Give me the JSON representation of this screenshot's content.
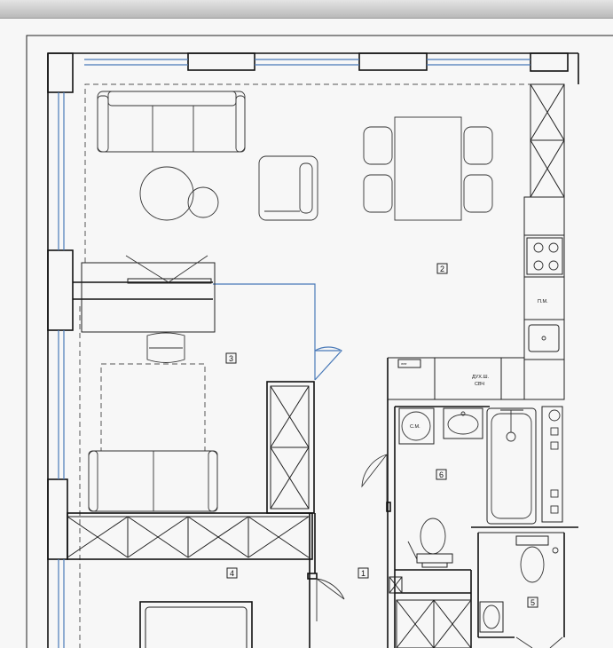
{
  "rooms": [
    {
      "id": "room-1",
      "label": "1"
    },
    {
      "id": "room-2",
      "label": "2"
    },
    {
      "id": "room-3",
      "label": "3"
    },
    {
      "id": "room-4",
      "label": "4"
    },
    {
      "id": "room-5",
      "label": "5"
    },
    {
      "id": "room-6",
      "label": "6"
    }
  ],
  "fixtures": {
    "dishwasher": "П.М.",
    "oven_line1": "ДУХ.Ш.",
    "oven_line2": "СВЧ",
    "washing_machine": "С.М.",
    "fridge_marker": "***"
  },
  "colors": {
    "wall": "#111111",
    "window_glass": "#4a7ab8",
    "background": "#f7f7f7"
  }
}
